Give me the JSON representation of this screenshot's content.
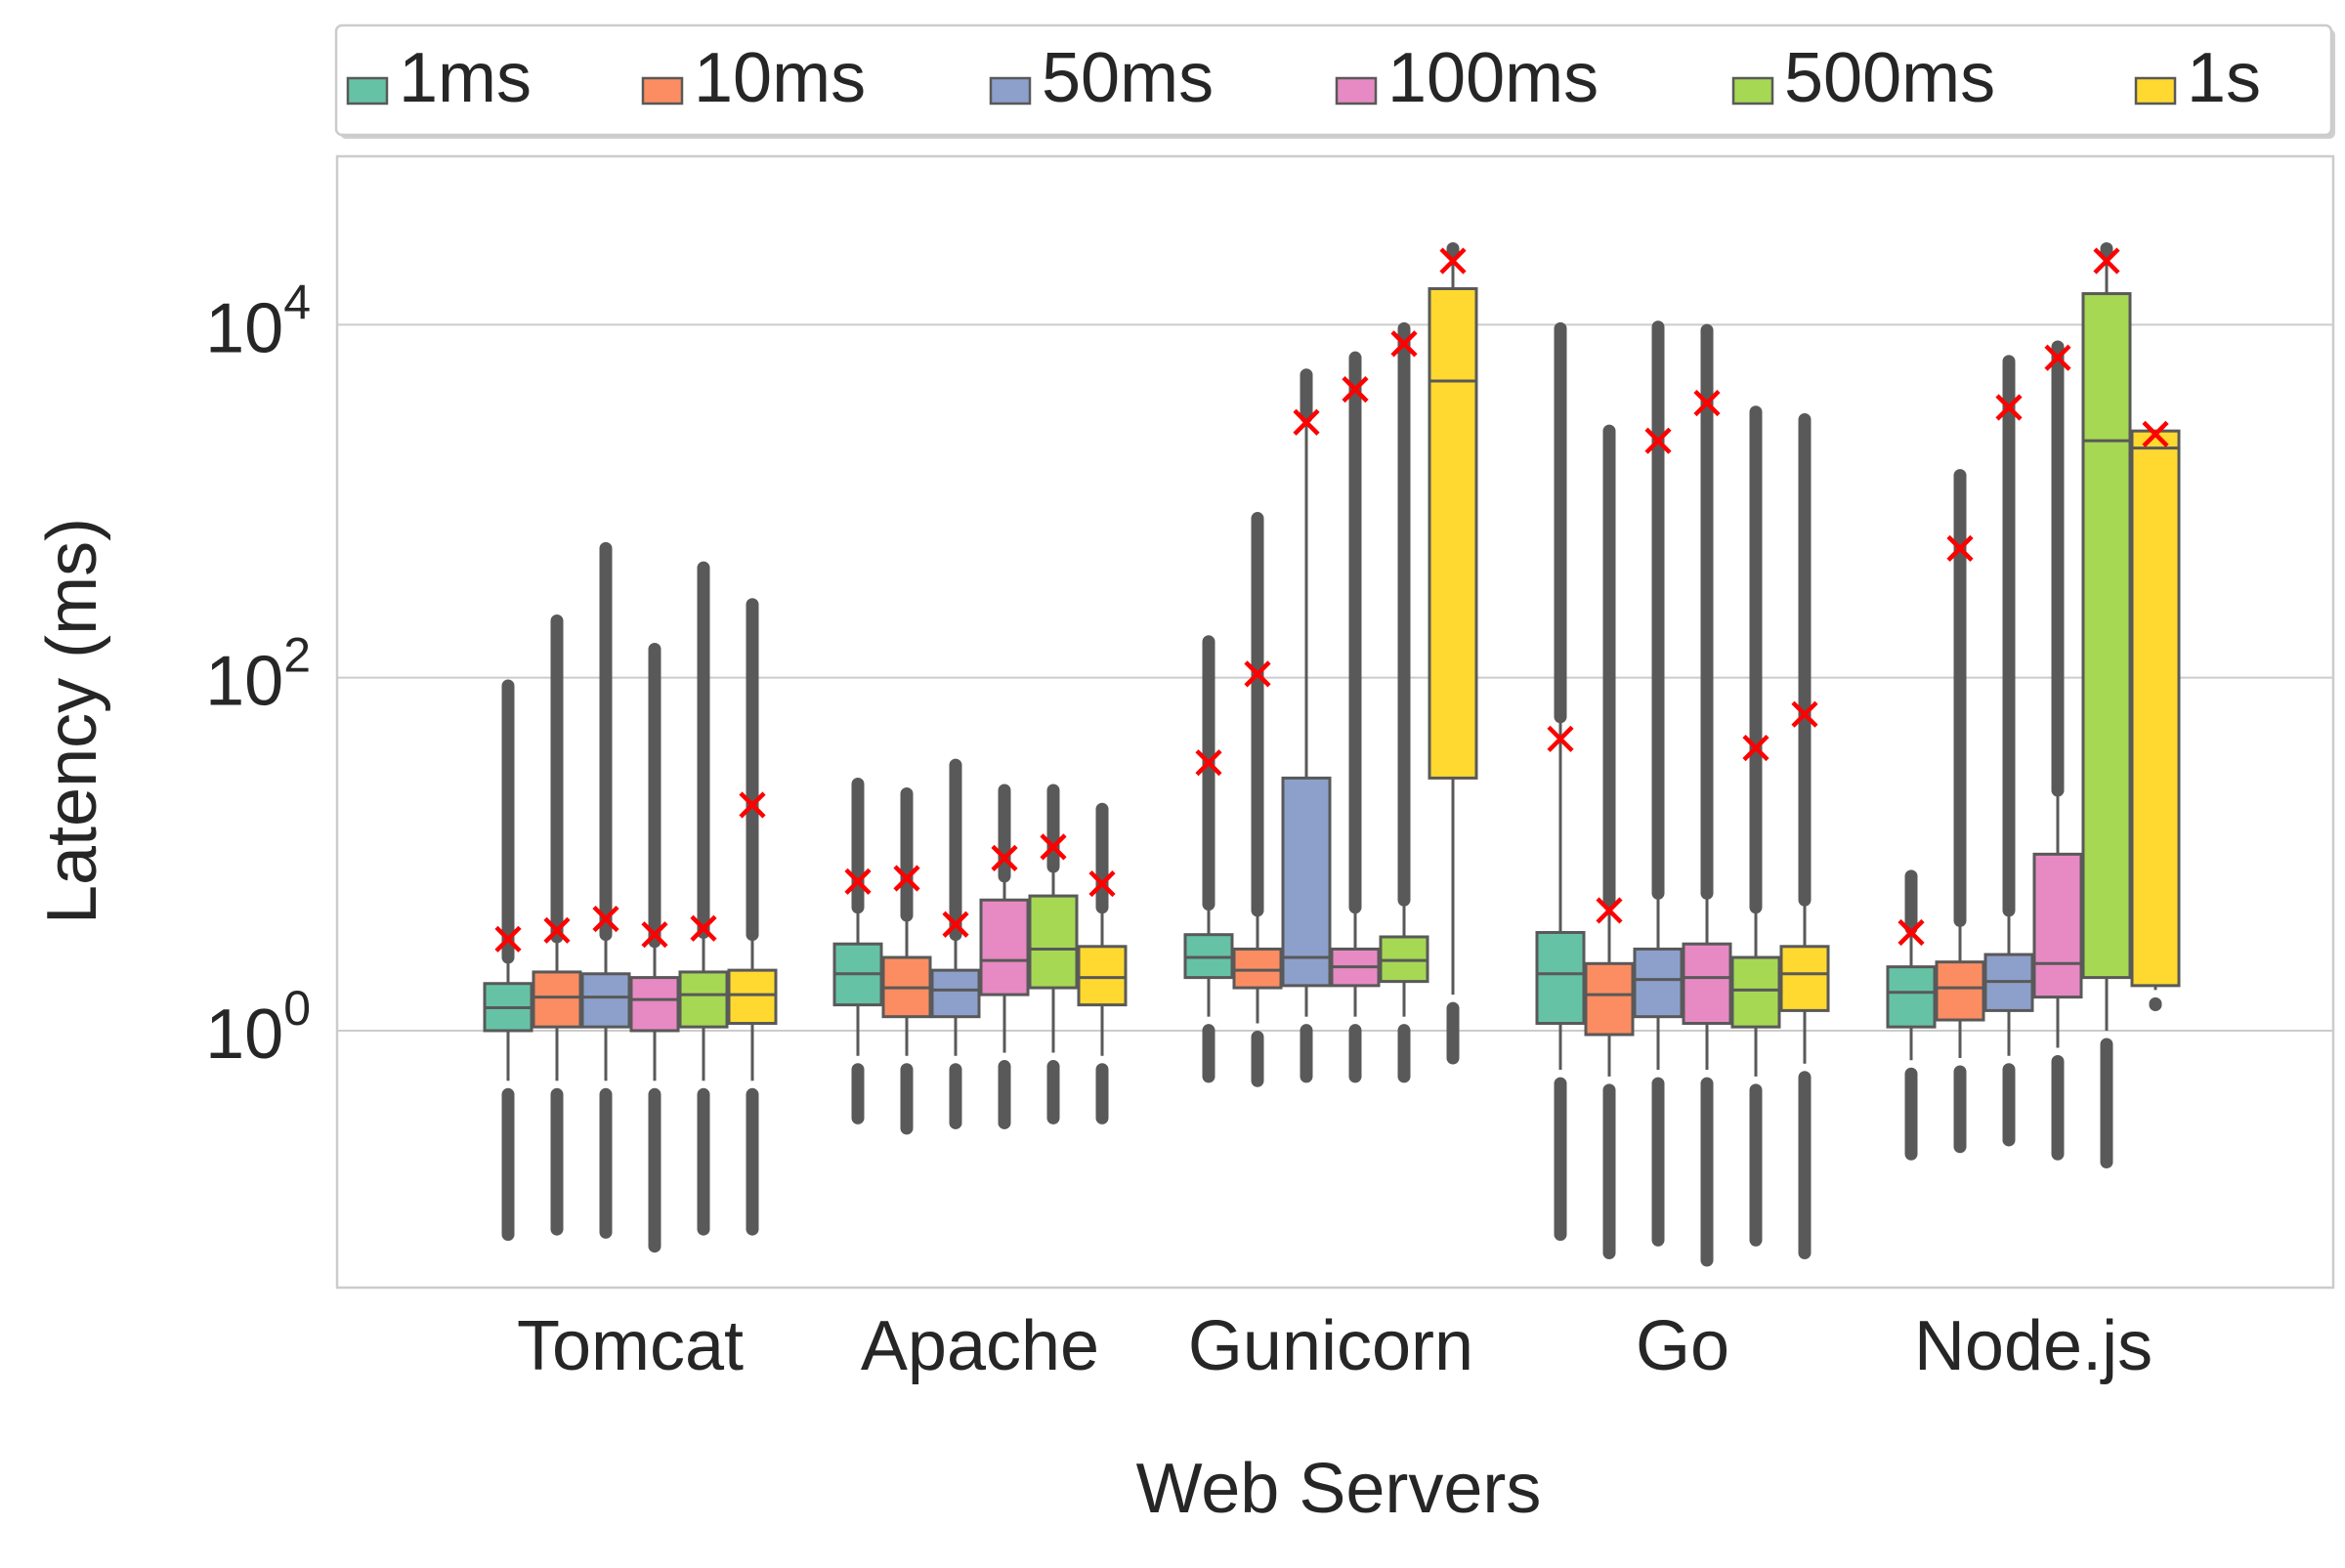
{
  "chart_data": {
    "type": "box",
    "xlabel": "Web Servers",
    "ylabel": "Latency (ms)",
    "y_scale": "log",
    "ylim": [
      0.035,
      90000
    ],
    "y_ticks": [
      {
        "value": 1,
        "base": "10",
        "exp": "0"
      },
      {
        "value": 100,
        "base": "10",
        "exp": "2"
      },
      {
        "value": 10000,
        "base": "10",
        "exp": "4"
      }
    ],
    "grid": "horizontal",
    "legend_placement": "top, outside plot area",
    "mean_marker": {
      "symbol": "x",
      "color": "#ff0000"
    },
    "colors": {
      "1ms": "#66c2a5",
      "10ms": "#fc8d62",
      "50ms": "#8da0cb",
      "100ms": "#e78ac3",
      "500ms": "#a6d854",
      "1s": "#ffd92f",
      "box_edge": "#595959",
      "grid": "#cccccc",
      "frame": "#cccccc"
    },
    "categories": [
      "Tomcat",
      "Apache",
      "Gunicorn",
      "Go",
      "Node.js"
    ],
    "series": [
      {
        "name": "1ms",
        "boxes": [
          {
            "category": "Tomcat",
            "whislo": 0.52,
            "q1": 1.0,
            "med": 1.35,
            "q3": 1.85,
            "whishi": 2.6,
            "flier_lo": 0.07,
            "flier_hi": 90,
            "mean": 3.3
          },
          {
            "category": "Apache",
            "whislo": 0.72,
            "q1": 1.4,
            "med": 2.1,
            "q3": 3.1,
            "whishi": 5.0,
            "flier_lo": 0.32,
            "flier_hi": 25,
            "mean": 7.0
          },
          {
            "category": "Gunicorn",
            "whislo": 1.2,
            "q1": 2.0,
            "med": 2.6,
            "q3": 3.5,
            "whishi": 5.2,
            "flier_lo": 0.55,
            "flier_hi": 160,
            "mean": 33
          },
          {
            "category": "Go",
            "whislo": 0.6,
            "q1": 1.1,
            "med": 2.1,
            "q3": 3.6,
            "whishi": 60,
            "flier_lo": 0.07,
            "flier_hi": 9500,
            "mean": 45
          },
          {
            "category": "Node.js",
            "whislo": 0.68,
            "q1": 1.05,
            "med": 1.65,
            "q3": 2.3,
            "whishi": 3.8,
            "flier_lo": 0.2,
            "flier_hi": 7.5,
            "mean": 3.6
          }
        ]
      },
      {
        "name": "10ms",
        "boxes": [
          {
            "category": "Tomcat",
            "whislo": 0.52,
            "q1": 1.05,
            "med": 1.55,
            "q3": 2.15,
            "whishi": 3.4,
            "flier_lo": 0.075,
            "flier_hi": 210,
            "mean": 3.7
          },
          {
            "category": "Apache",
            "whislo": 0.72,
            "q1": 1.2,
            "med": 1.75,
            "q3": 2.6,
            "whishi": 4.5,
            "flier_lo": 0.28,
            "flier_hi": 22,
            "mean": 7.3
          },
          {
            "category": "Gunicorn",
            "whislo": 1.1,
            "q1": 1.75,
            "med": 2.2,
            "q3": 2.9,
            "whishi": 4.8,
            "flier_lo": 0.52,
            "flier_hi": 800,
            "mean": 105
          },
          {
            "category": "Go",
            "whislo": 0.55,
            "q1": 0.95,
            "med": 1.6,
            "q3": 2.4,
            "whishi": 5.5,
            "flier_lo": 0.055,
            "flier_hi": 2500,
            "mean": 4.8
          },
          {
            "category": "Node.js",
            "whislo": 0.7,
            "q1": 1.15,
            "med": 1.75,
            "q3": 2.45,
            "whishi": 4.2,
            "flier_lo": 0.22,
            "flier_hi": 1400,
            "mean": 540
          }
        ]
      },
      {
        "name": "50ms",
        "boxes": [
          {
            "category": "Tomcat",
            "whislo": 0.52,
            "q1": 1.05,
            "med": 1.55,
            "q3": 2.1,
            "whishi": 3.5,
            "flier_lo": 0.072,
            "flier_hi": 540,
            "mean": 4.3
          },
          {
            "category": "Apache",
            "whislo": 0.72,
            "q1": 1.2,
            "med": 1.7,
            "q3": 2.2,
            "whishi": 3.5,
            "flier_lo": 0.3,
            "flier_hi": 32,
            "mean": 4.0
          },
          {
            "category": "Gunicorn",
            "whislo": 1.2,
            "q1": 1.8,
            "med": 2.6,
            "q3": 27,
            "whishi": 3000,
            "flier_lo": 0.55,
            "flier_hi": 5200,
            "mean": 2800
          },
          {
            "category": "Go",
            "whislo": 0.6,
            "q1": 1.2,
            "med": 1.95,
            "q3": 2.9,
            "whishi": 6.0,
            "flier_lo": 0.065,
            "flier_hi": 9700,
            "mean": 2200
          },
          {
            "category": "Node.js",
            "whislo": 0.72,
            "q1": 1.3,
            "med": 1.9,
            "q3": 2.7,
            "whishi": 4.8,
            "flier_lo": 0.24,
            "flier_hi": 6200,
            "mean": 3400
          }
        ]
      },
      {
        "name": "100ms",
        "boxes": [
          {
            "category": "Tomcat",
            "whislo": 0.52,
            "q1": 1.0,
            "med": 1.5,
            "q3": 2.0,
            "whishi": 3.2,
            "flier_lo": 0.06,
            "flier_hi": 145,
            "mean": 3.5
          },
          {
            "category": "Apache",
            "whislo": 0.75,
            "q1": 1.6,
            "med": 2.5,
            "q3": 5.5,
            "whishi": 7.5,
            "flier_lo": 0.3,
            "flier_hi": 23,
            "mean": 9.5
          },
          {
            "category": "Gunicorn",
            "whislo": 1.2,
            "q1": 1.8,
            "med": 2.3,
            "q3": 2.9,
            "whishi": 5.0,
            "flier_lo": 0.55,
            "flier_hi": 6500,
            "mean": 4300
          },
          {
            "category": "Go",
            "whislo": 0.6,
            "q1": 1.1,
            "med": 2.0,
            "q3": 3.1,
            "whishi": 6.0,
            "flier_lo": 0.05,
            "flier_hi": 9300,
            "mean": 3600
          },
          {
            "category": "Node.js",
            "whislo": 0.8,
            "q1": 1.55,
            "med": 2.4,
            "q3": 10,
            "whishi": 23,
            "flier_lo": 0.2,
            "flier_hi": 7500,
            "mean": 6500
          }
        ]
      },
      {
        "name": "500ms",
        "boxes": [
          {
            "category": "Tomcat",
            "whislo": 0.52,
            "q1": 1.05,
            "med": 1.6,
            "q3": 2.15,
            "whishi": 3.6,
            "flier_lo": 0.075,
            "flier_hi": 420,
            "mean": 3.8
          },
          {
            "category": "Apache",
            "whislo": 0.75,
            "q1": 1.75,
            "med": 2.9,
            "q3": 5.8,
            "whishi": 8.5,
            "flier_lo": 0.32,
            "flier_hi": 23,
            "mean": 11
          },
          {
            "category": "Gunicorn",
            "whislo": 1.2,
            "q1": 1.9,
            "med": 2.5,
            "q3": 3.4,
            "whishi": 5.5,
            "flier_lo": 0.55,
            "flier_hi": 9500,
            "mean": 7800
          },
          {
            "category": "Go",
            "whislo": 0.55,
            "q1": 1.05,
            "med": 1.7,
            "q3": 2.6,
            "whishi": 5.0,
            "flier_lo": 0.065,
            "flier_hi": 3200,
            "mean": 40
          },
          {
            "category": "Node.js",
            "whislo": 1.0,
            "q1": 2.0,
            "med": 2200,
            "q3": 15000,
            "whishi": 25000,
            "flier_lo": 0.18,
            "flier_hi": 27000,
            "mean": 23000
          }
        ]
      },
      {
        "name": "1s",
        "boxes": [
          {
            "category": "Tomcat",
            "whislo": 0.52,
            "q1": 1.1,
            "med": 1.6,
            "q3": 2.2,
            "whishi": 3.5,
            "flier_lo": 0.075,
            "flier_hi": 260,
            "mean": 19
          },
          {
            "category": "Apache",
            "whislo": 0.72,
            "q1": 1.4,
            "med": 2.0,
            "q3": 3.0,
            "whishi": 5.0,
            "flier_lo": 0.32,
            "flier_hi": 18,
            "mean": 6.8
          },
          {
            "category": "Gunicorn",
            "whislo": 1.6,
            "q1": 27,
            "med": 4800,
            "q3": 16000,
            "whishi": 25000,
            "flier_lo": 0.7,
            "flier_hi": 27000,
            "mean": 23000
          },
          {
            "category": "Go",
            "whislo": 0.65,
            "q1": 1.3,
            "med": 2.1,
            "q3": 3.0,
            "whishi": 5.5,
            "flier_lo": 0.055,
            "flier_hi": 2900,
            "mean": 62
          },
          {
            "category": "Node.js",
            "whislo": 1.7,
            "q1": 1.8,
            "med": 2000,
            "q3": 2500,
            "whishi": 2500,
            "flier_lo": 1.4,
            "flier_hi": 2500,
            "mean": 2400
          }
        ]
      }
    ]
  }
}
